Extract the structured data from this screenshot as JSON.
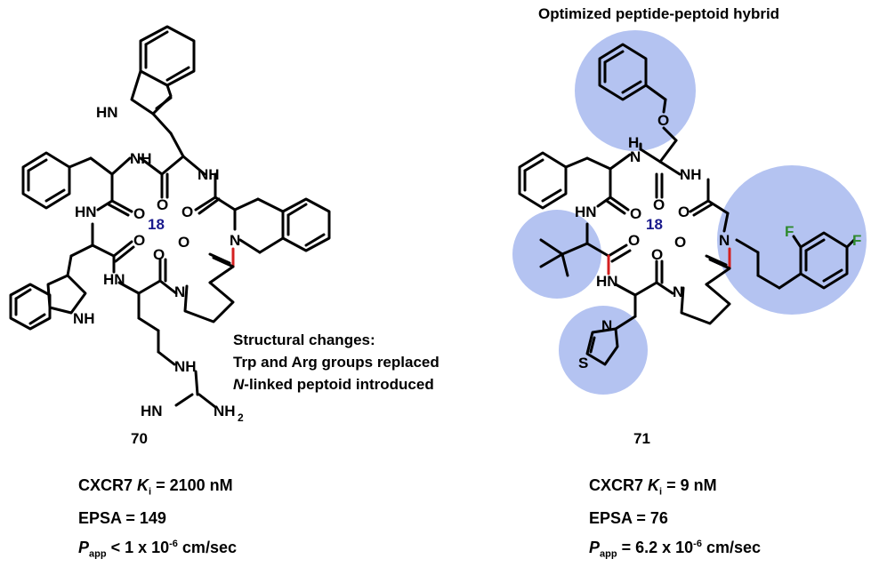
{
  "left": {
    "compound_number": "70",
    "ring_size": "18",
    "changes": {
      "heading": "Structural changes:",
      "line1": "Trp and Arg groups replaced",
      "line2_italic": "N",
      "line2_rest": "-linked peptoid introduced"
    },
    "props": {
      "ki_prefix": "CXCR7 ",
      "ki_sym": "K",
      "ki_sub": "i",
      "ki_value": " = 2100 nM",
      "epsa": "EPSA = 149",
      "papp_sym": "P",
      "papp_sub": "app",
      "papp_value_pre": " < 1 x 10",
      "papp_exp": "-6",
      "papp_unit": " cm/sec"
    }
  },
  "right": {
    "title": "Optimized peptide-peptoid hybrid",
    "compound_number": "71",
    "ring_size": "18",
    "props": {
      "ki_prefix": "CXCR7 ",
      "ki_sym": "K",
      "ki_sub": "i",
      "ki_value": " = 9 nM",
      "epsa": "EPSA = 76",
      "papp_sym": "P",
      "papp_sub": "app",
      "papp_value_pre": " = 6.2 x 10",
      "papp_exp": "-6",
      "papp_unit": " cm/sec"
    }
  },
  "atoms": {
    "HN": "HN",
    "NH": "NH",
    "N": "N",
    "O": "O",
    "H": "H",
    "HN_eq": "HN",
    "NH2": "NH",
    "sub2": "2",
    "F": "F",
    "S": "S"
  },
  "colors": {
    "highlight": "#a7b9ef",
    "ring_label": "#1a1a8c",
    "fluorine": "#2f8a2f",
    "new_bond": "#d42020"
  }
}
